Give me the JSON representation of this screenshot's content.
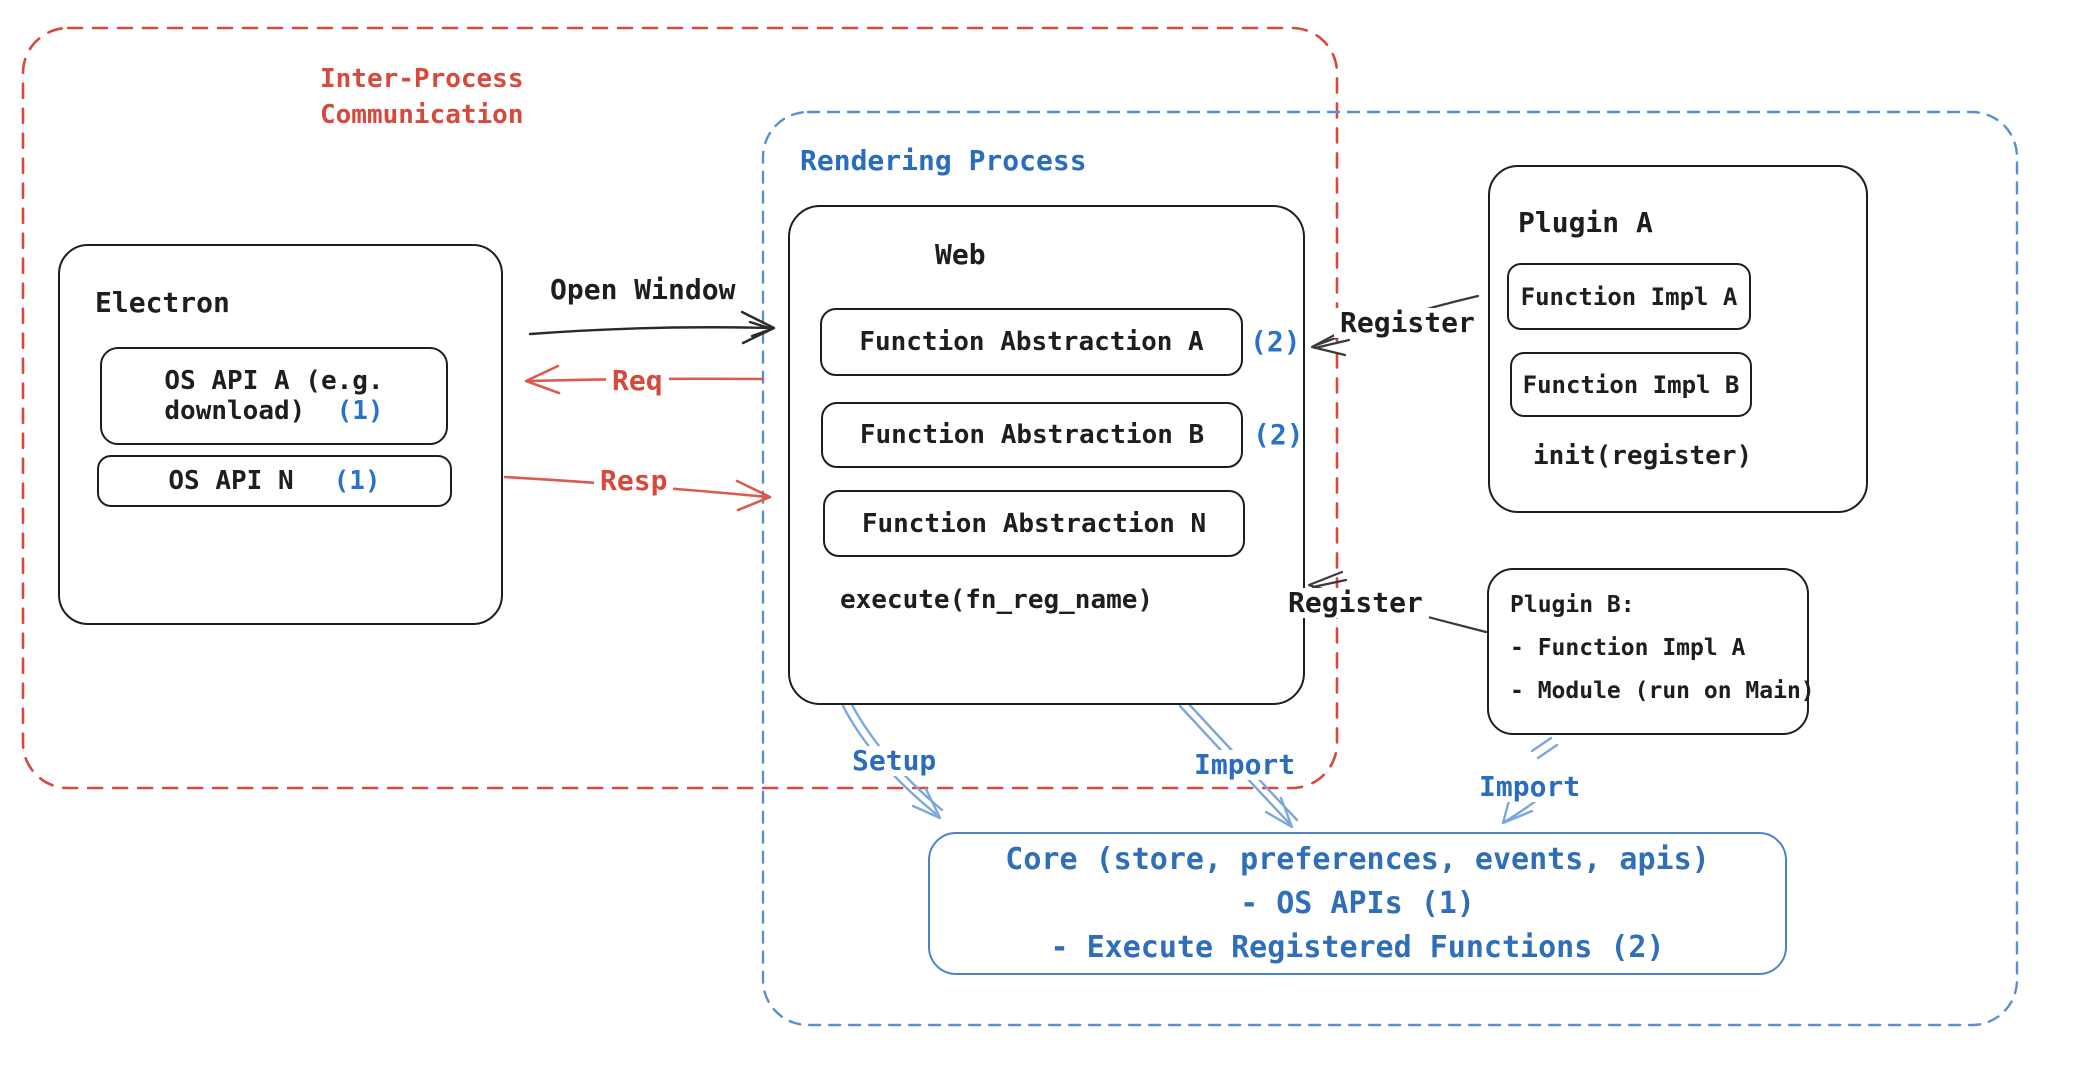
{
  "diagram_title": "Electron plugin architecture diagram",
  "ipc": {
    "label_line1": "Inter-Process",
    "label_line2": "Communication"
  },
  "rendering": {
    "label": "Rendering Process"
  },
  "electron": {
    "title": "Electron",
    "os_api_a": {
      "line1": "OS API A (e.g.",
      "line2": "download)",
      "badge": "(1)"
    },
    "os_api_n": {
      "label": "OS API N",
      "badge": "(1)"
    }
  },
  "web": {
    "title": "Web",
    "fa_a": {
      "label": "Function Abstraction A",
      "badge": "(2)"
    },
    "fa_b": {
      "label": "Function Abstraction B",
      "badge": "(2)"
    },
    "fa_n": {
      "label": "Function Abstraction N"
    },
    "execute": "execute(fn_reg_name)"
  },
  "plugin_a": {
    "title": "Plugin A",
    "impl_a": "Function Impl A",
    "impl_b": "Function Impl B",
    "init": "init(register)"
  },
  "plugin_b": {
    "title": "Plugin B:",
    "item1": "- Function Impl A",
    "item2": "- Module (run on Main)"
  },
  "core": {
    "line1": "Core (store, preferences, events, apis)",
    "line2": "- OS APIs (1)",
    "line3": "- Execute Registered Functions (2)"
  },
  "arrows": {
    "open_window": "Open Window",
    "req": "Req",
    "resp": "Resp",
    "register_a": "Register",
    "register_b": "Register",
    "setup": "Setup",
    "import_web": "Import",
    "import_plugin": "Import"
  },
  "colors": {
    "black": "#1e1e1e",
    "red": "#d6493c",
    "red_arrow": "#dd5a4e",
    "blue_text": "#2a6cbd",
    "blue_dash": "#5b8fd0",
    "blue_arrow": "#7aa7dc"
  }
}
